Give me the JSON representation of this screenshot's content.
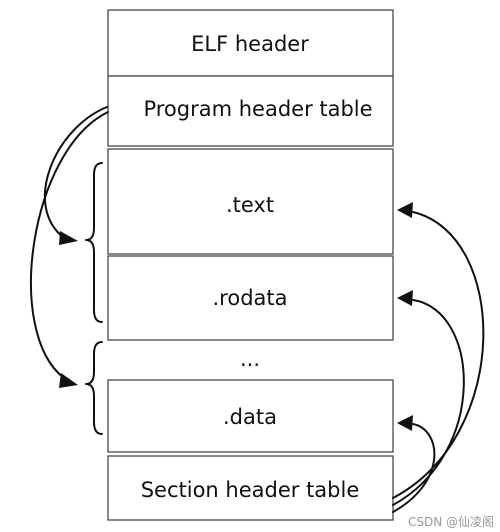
{
  "blocks": {
    "elf_header": "ELF header",
    "program_header_table": "Program header table",
    "text": ".text",
    "rodata": ".rodata",
    "ellipsis": "...",
    "data": ".data",
    "section_header_table": "Section header table"
  },
  "watermark": "CSDN @仙凌阁"
}
